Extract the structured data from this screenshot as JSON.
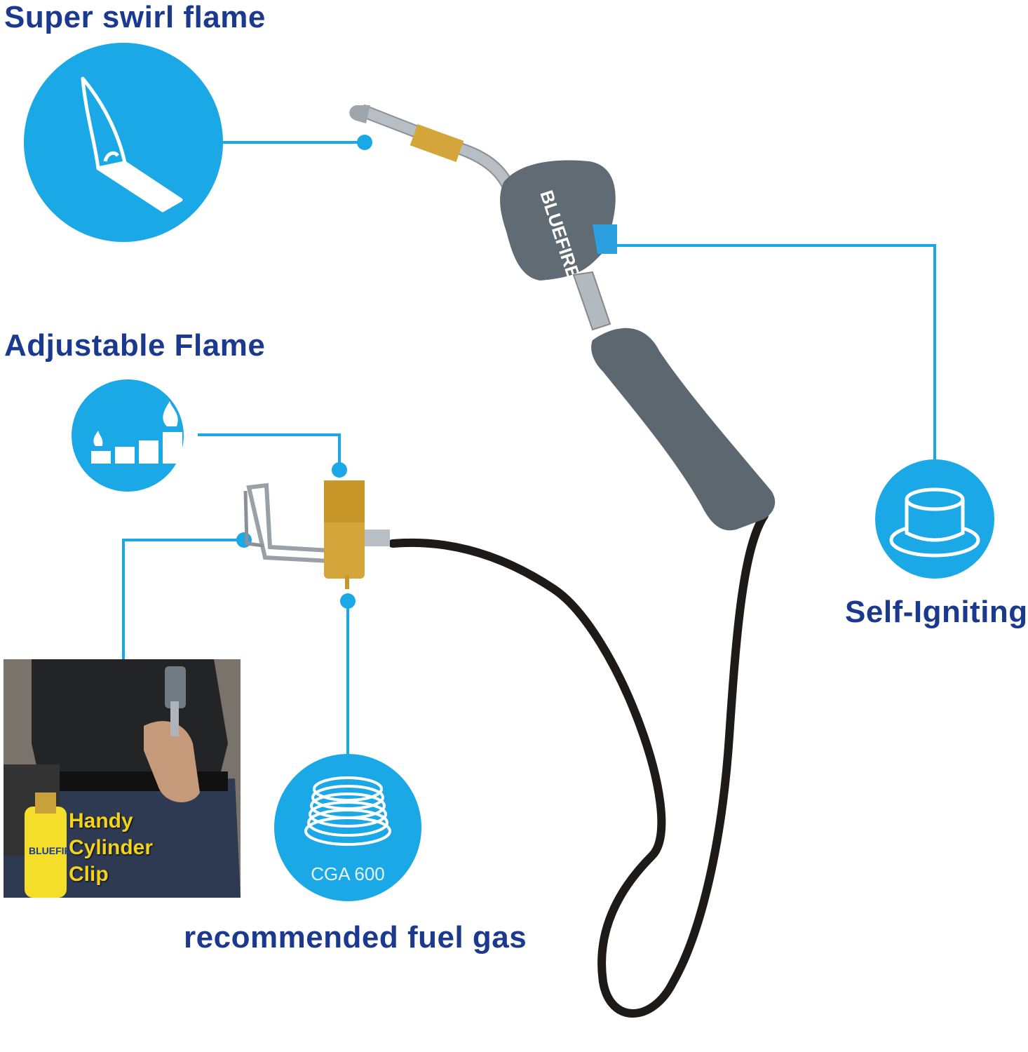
{
  "labels": {
    "swirl": "Super swirl flame",
    "adjustable": "Adjustable Flame",
    "igniting": "Self-Igniting",
    "fuel": "recommended fuel gas"
  },
  "photo_caption": [
    "Handy",
    "Cylinder",
    "Clip"
  ],
  "cga_label": "CGA 600",
  "brand": "BLUEFIRE",
  "photo_brand": "BLUEFIRE",
  "colors": {
    "label_blue": "#1b3a8f",
    "circle_blue": "#1aa8e6",
    "line_blue": "#1aa8e6",
    "handle_gray": "#5d6770",
    "brass": "#d4a53a",
    "caption_yellow": "#f2d21a"
  }
}
